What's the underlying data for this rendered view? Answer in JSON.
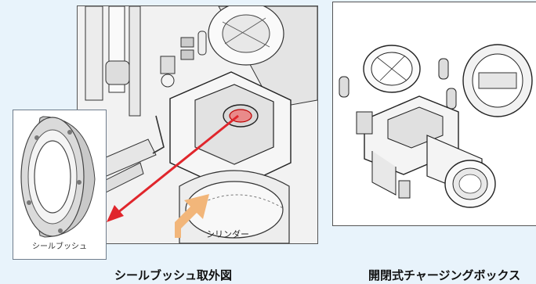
{
  "captions": {
    "left": "シールブッシュ取外図",
    "right": "開閉式チャージングボックス"
  },
  "labels": {
    "seal_bush": "シールブッシュ",
    "cylinder": "シリンダー"
  },
  "colors": {
    "background": "#e8f3fb",
    "arrow_red": "#e0262c",
    "arrow_orange": "#f2b67a",
    "line": "#222222"
  }
}
